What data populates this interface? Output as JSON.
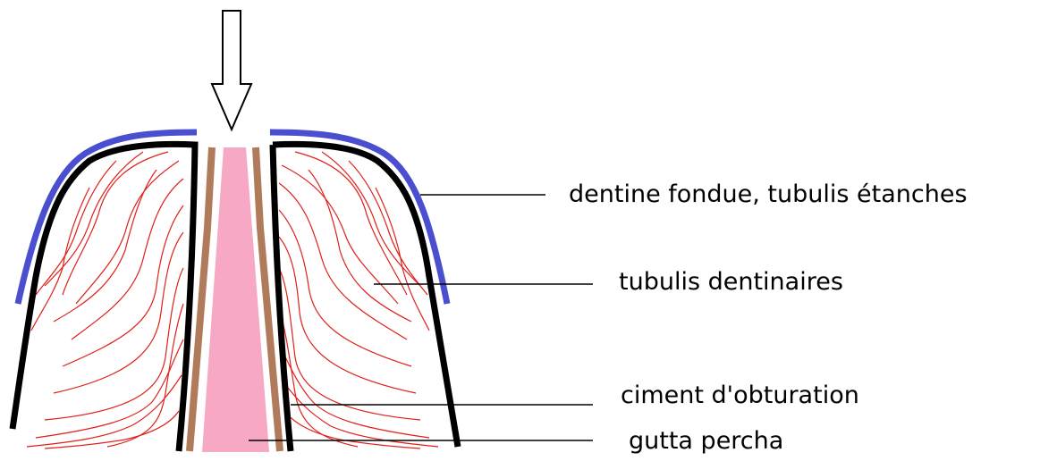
{
  "labels": {
    "molten_dentin": "dentine fondue, tubulis étanches",
    "tubules": "tubulis dentinaires",
    "cement": "ciment d'obturation",
    "gutta": "gutta percha"
  },
  "colors": {
    "dentin_outline": "#000000",
    "molten_layer": "#4a4fcf",
    "cement": "#b07b5a",
    "gutta_percha": "#f7a8c4",
    "tubules": "#e0201a",
    "leader_line": "#000000"
  }
}
